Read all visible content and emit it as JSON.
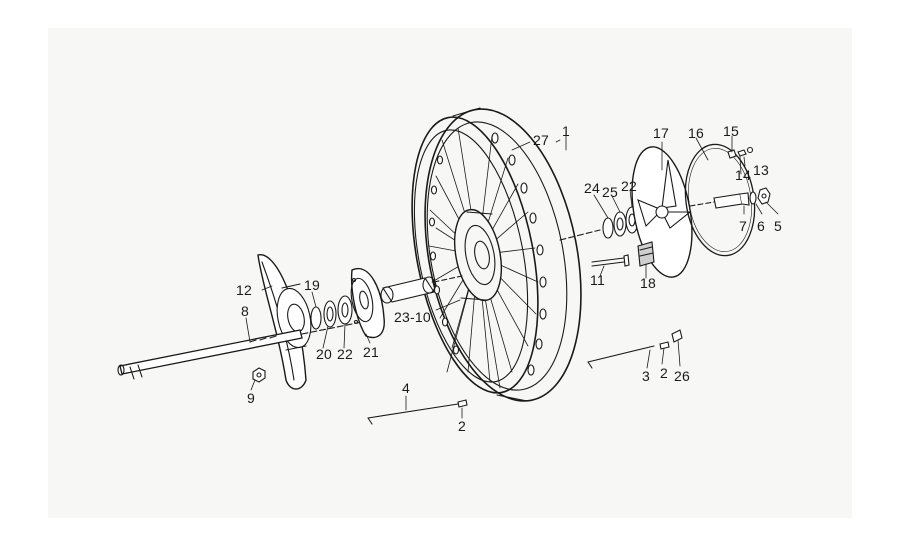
{
  "diagram": {
    "labels": {
      "l1": "1",
      "l27": "27",
      "l17": "17",
      "l16": "16",
      "l15": "15",
      "l13": "13",
      "l14": "14",
      "l24": "24",
      "l25": "25",
      "l22a": "22",
      "l7": "7",
      "l6": "6",
      "l5": "5",
      "l11": "11",
      "l18": "18",
      "l12": "12",
      "l19": "19",
      "l8": "8",
      "l20": "20",
      "l22b": "22",
      "l21": "21",
      "l23_10": "23-10",
      "l9": "9",
      "l4": "4",
      "l2a": "2",
      "l3": "3",
      "l2b": "2",
      "l26": "26"
    }
  }
}
